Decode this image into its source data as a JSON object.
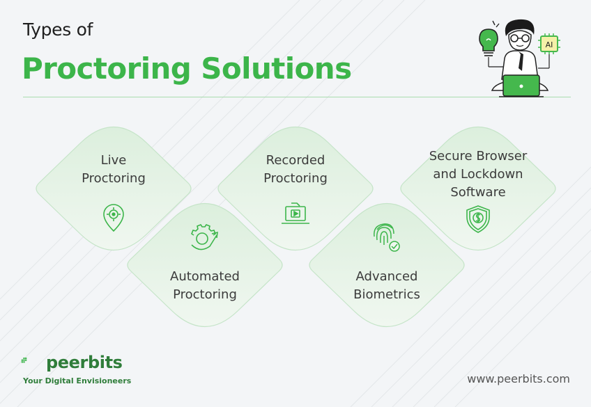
{
  "header": {
    "title_small": "Types of",
    "title_big": "Proctoring Solutions"
  },
  "cards": [
    {
      "line1": "Live",
      "line2": "Proctoring",
      "icon": "location-pin-icon"
    },
    {
      "line1": "Automated",
      "line2": "Proctoring",
      "icon": "gear-arrow-icon"
    },
    {
      "line1": "Recorded",
      "line2": "Proctoring",
      "icon": "laptop-video-icon"
    },
    {
      "line1": "Advanced",
      "line2": "Biometrics",
      "icon": "fingerprint-check-icon"
    },
    {
      "line1": "Secure Browser",
      "line2": "and Lockdown",
      "line3": "Software",
      "icon": "shield-dollar-icon"
    }
  ],
  "illustration": {
    "chip_label": "AI"
  },
  "footer": {
    "brand": "peerbits",
    "tagline": "Your Digital Envisioneers",
    "website": "www.peerbits.com"
  },
  "colors": {
    "accent": "#3cb54a",
    "card_fill": "#e6f3e7",
    "card_stroke": "#bfe3c3",
    "text": "#3b3b3b"
  }
}
